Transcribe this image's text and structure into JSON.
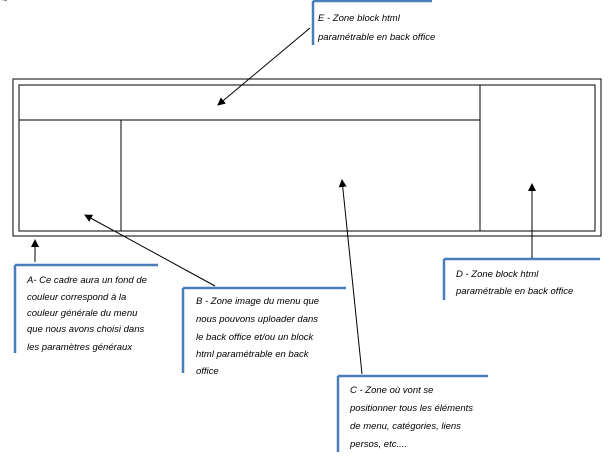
{
  "callouts": {
    "E": {
      "lines": [
        "E - Zone block html",
        "paramétrable en back office"
      ]
    },
    "A": {
      "lines": [
        "A- Ce cadre aura un fond de",
        "couleur correspond à la",
        "couleur générale du menu",
        "que nous avons choisi dans",
        "les paramètres généraux"
      ]
    },
    "B": {
      "lines": [
        "B - Zone image du menu que",
        "nous pouvons uploader dans",
        "le back office et/ou un block",
        "html paramétrable en back",
        "office"
      ]
    },
    "C": {
      "lines": [
        "C - Zone où vont se",
        "positionner tous les éléments",
        "de menu, catégories, liens",
        "persos, etc...."
      ]
    },
    "D": {
      "lines": [
        "D - Zone block html",
        "paramétrable en back office"
      ]
    }
  },
  "colors": {
    "callout_border": "#4a7ebb",
    "line": "#000000"
  }
}
